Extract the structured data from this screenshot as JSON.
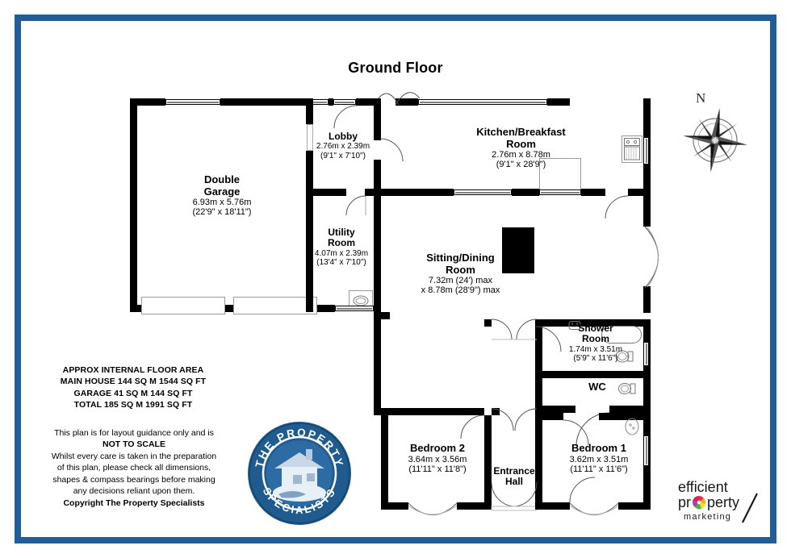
{
  "title": "Ground Floor",
  "frame": {
    "border_color": "#215d96"
  },
  "compass": {
    "north_label": "N",
    "icon": "compass-rose-icon"
  },
  "rooms": [
    {
      "id": "double-garage",
      "name": "Double\nGarage",
      "name_lines": [
        "Double",
        "Garage"
      ],
      "metric": "6.93m x 5.76m",
      "imperial": "(22'9\" x 18'11\")"
    },
    {
      "id": "lobby",
      "name": "Lobby",
      "name_lines": [
        "Lobby"
      ],
      "metric": "2.76m x 2.39m",
      "imperial": "(9'1\" x 7'10\")"
    },
    {
      "id": "kitchen-breakfast-room",
      "name": "Kitchen/Breakfast Room",
      "name_lines": [
        "Kitchen/Breakfast",
        "Room"
      ],
      "metric": "2.76m x 8.78m",
      "imperial": "(9'1\" x 28'9\")"
    },
    {
      "id": "utility-room",
      "name": "Utility Room",
      "name_lines": [
        "Utility",
        "Room"
      ],
      "metric": "4.07m x 2.39m",
      "imperial": "(13'4\" x 7'10\")"
    },
    {
      "id": "sitting-dining-room",
      "name": "Sitting/Dining Room",
      "name_lines": [
        "Sitting/Dining",
        "Room"
      ],
      "metric": "7.32m (24') max",
      "imperial": "x 8.78m (28'9\") max"
    },
    {
      "id": "shower-room",
      "name": "Shower Room",
      "name_lines": [
        "Shower",
        "Room"
      ],
      "metric": "1.74m x 3.51m",
      "imperial": "(5'9\" x 11'6\")"
    },
    {
      "id": "wc",
      "name": "WC",
      "name_lines": [
        "WC"
      ],
      "metric": "",
      "imperial": ""
    },
    {
      "id": "bedroom-2",
      "name": "Bedroom 2",
      "name_lines": [
        "Bedroom 2"
      ],
      "metric": "3.64m x 3.56m",
      "imperial": "(11'11\" x 11'8\")"
    },
    {
      "id": "bedroom-1",
      "name": "Bedroom 1",
      "name_lines": [
        "Bedroom 1"
      ],
      "metric": "3.62m x 3.51m",
      "imperial": "(11'11\" x 11'6\")"
    },
    {
      "id": "entrance-hall",
      "name": "Entrance Hall",
      "name_lines": [
        "Entrance",
        "Hall"
      ],
      "metric": "",
      "imperial": ""
    }
  ],
  "area_info": {
    "line1": "APPROX INTERNAL FLOOR AREA",
    "line2": "MAIN HOUSE 144 SQ M 1544 SQ FT",
    "line3": "GARAGE 41 SQ M 144 SQ FT",
    "line4": "TOTAL 185 SQ M 1991 SQ FT"
  },
  "disclaimer": {
    "line1": "This plan is for layout guidance only and is",
    "line2": "NOT TO SCALE",
    "line3": "Whilst every care is taken in the preparation",
    "line4": "of this plan, please check all dimensions,",
    "line5": "shapes & compass bearings before making",
    "line6": "any decisions reliant upon them.",
    "line7": "Copyright The Property Specialists"
  },
  "badge": {
    "top_text": "THE PROPERTY",
    "bottom_text": "SPECIALISTS",
    "icon": "house-badge-icon",
    "color": "#1f5b8f"
  },
  "epm_logo": {
    "line1": "efficient",
    "line2_pre": "pr",
    "line2_post": "perty",
    "line3": "marketing",
    "icon": "pinwheel-icon"
  }
}
